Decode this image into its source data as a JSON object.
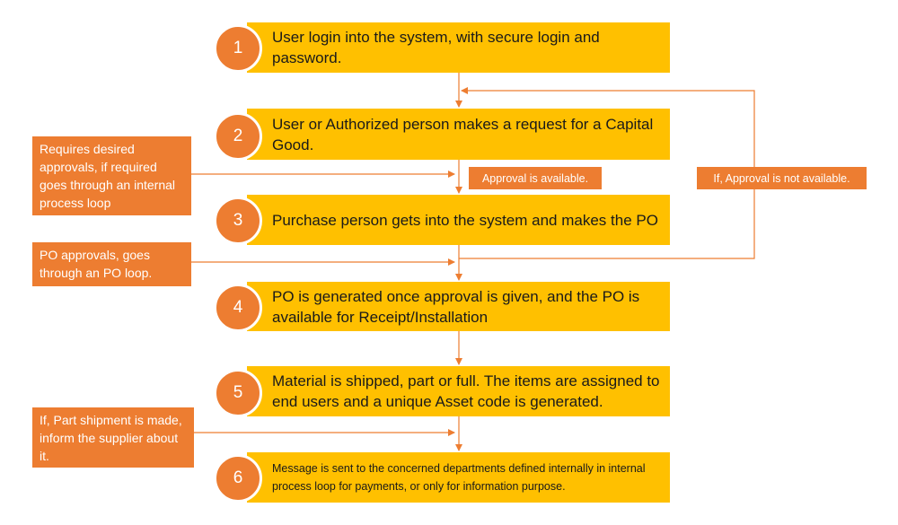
{
  "steps": [
    {
      "number": "1",
      "text": "User login into the system, with secure login and password."
    },
    {
      "number": "2",
      "text": "User or Authorized person makes a request for a Capital Good."
    },
    {
      "number": "3",
      "text": "Purchase person gets into the system and makes the PO"
    },
    {
      "number": "4",
      "text": "PO is generated once approval is given, and the PO is available for Receipt/Installation"
    },
    {
      "number": "5",
      "text": "Material is shipped, part or full. The items are assigned to end users and a unique Asset code is generated."
    },
    {
      "number": "6",
      "text": "Message is sent to the concerned departments defined internally in internal process loop for payments, or only for information purpose."
    }
  ],
  "notes": {
    "approvals_loop": "Requires desired approvals, if required goes through an internal process loop",
    "po_loop": "PO approvals, goes through an PO loop.",
    "part_shipment": "If, Part shipment is made, inform the supplier about it."
  },
  "labels": {
    "approval_available": "Approval is available.",
    "approval_not_available": "If, Approval is not available."
  },
  "colors": {
    "step_fill": "#ffc000",
    "accent_orange": "#ed7d31"
  }
}
